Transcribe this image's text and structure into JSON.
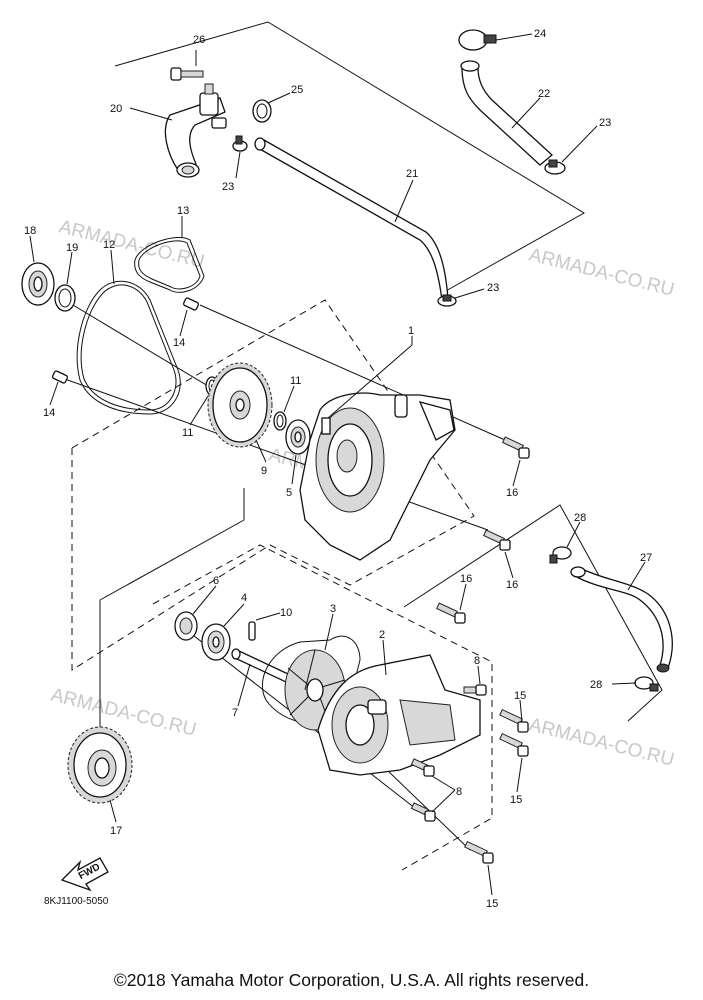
{
  "watermark": "ARMADA-CO.RU",
  "diagram_code": "8KJ1100-5050",
  "fwd_label": "FWD",
  "copyright": "©2018 Yamaha Motor Corporation, U.S.A. All rights reserved.",
  "callouts": {
    "c1": "1",
    "c2": "2",
    "c3": "3",
    "c4": "4",
    "c5": "5",
    "c6": "6",
    "c7": "7",
    "c8a": "8",
    "c8b": "8",
    "c9": "9",
    "c10": "10",
    "c11a": "11",
    "c11b": "11",
    "c12": "12",
    "c13": "13",
    "c14a": "14",
    "c14b": "14",
    "c15a": "15",
    "c15b": "15",
    "c15c": "15",
    "c16a": "16",
    "c16b": "16",
    "c16c": "16",
    "c17": "17",
    "c18": "18",
    "c19": "19",
    "c20": "20",
    "c21": "21",
    "c22": "22",
    "c23a": "23",
    "c23b": "23",
    "c23c": "23",
    "c24": "24",
    "c25": "25",
    "c26": "26",
    "c27": "27",
    "c28a": "28",
    "c28b": "28"
  }
}
